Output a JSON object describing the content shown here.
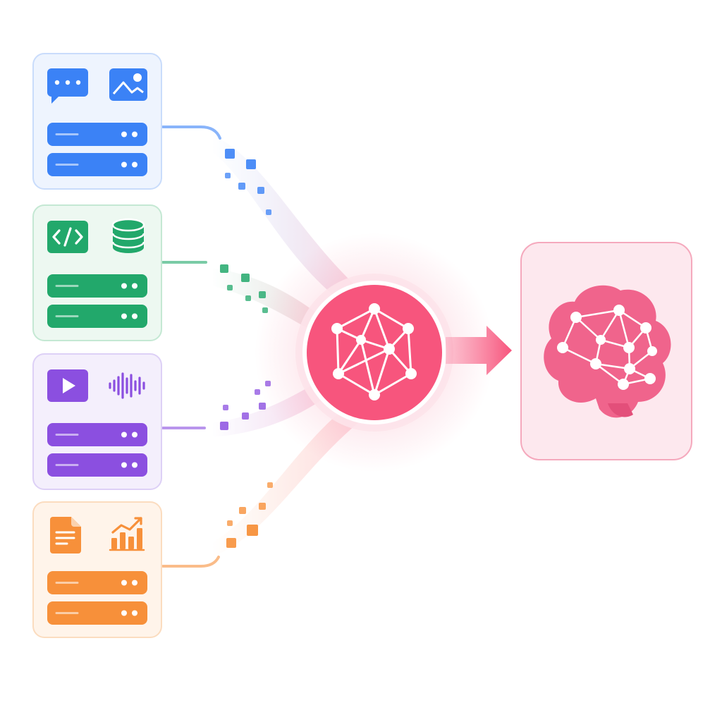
{
  "palette": {
    "background": "#ffffff",
    "hub": "#f7557d",
    "hub_glow": "#fbd0dc",
    "output_fill": "#fde8ee",
    "output_border": "#f5a9bd",
    "brain": "#f0648c"
  },
  "sources": [
    {
      "name": "text-image",
      "accent": "#3b82f6",
      "tint": "#eef4fe",
      "border": "#c9dcfb",
      "icons": [
        "chat-bubble-icon",
        "image-icon"
      ]
    },
    {
      "name": "code-database",
      "accent": "#22a86b",
      "tint": "#edf8f1",
      "border": "#c4e8d3",
      "icons": [
        "code-icon",
        "database-icon"
      ]
    },
    {
      "name": "video-audio",
      "accent": "#8b4fe0",
      "tint": "#f4effc",
      "border": "#ddd0f6",
      "icons": [
        "play-video-icon",
        "audio-waveform-icon"
      ]
    },
    {
      "name": "document-analytics",
      "accent": "#f7903a",
      "tint": "#fff4ea",
      "border": "#fbdcbf",
      "icons": [
        "document-icon",
        "bar-chart-icon"
      ]
    }
  ],
  "hub": {
    "icon": "neural-network-icon"
  },
  "output": {
    "icon": "brain-icon"
  },
  "arrow": {
    "icon": "arrow-right-icon"
  }
}
